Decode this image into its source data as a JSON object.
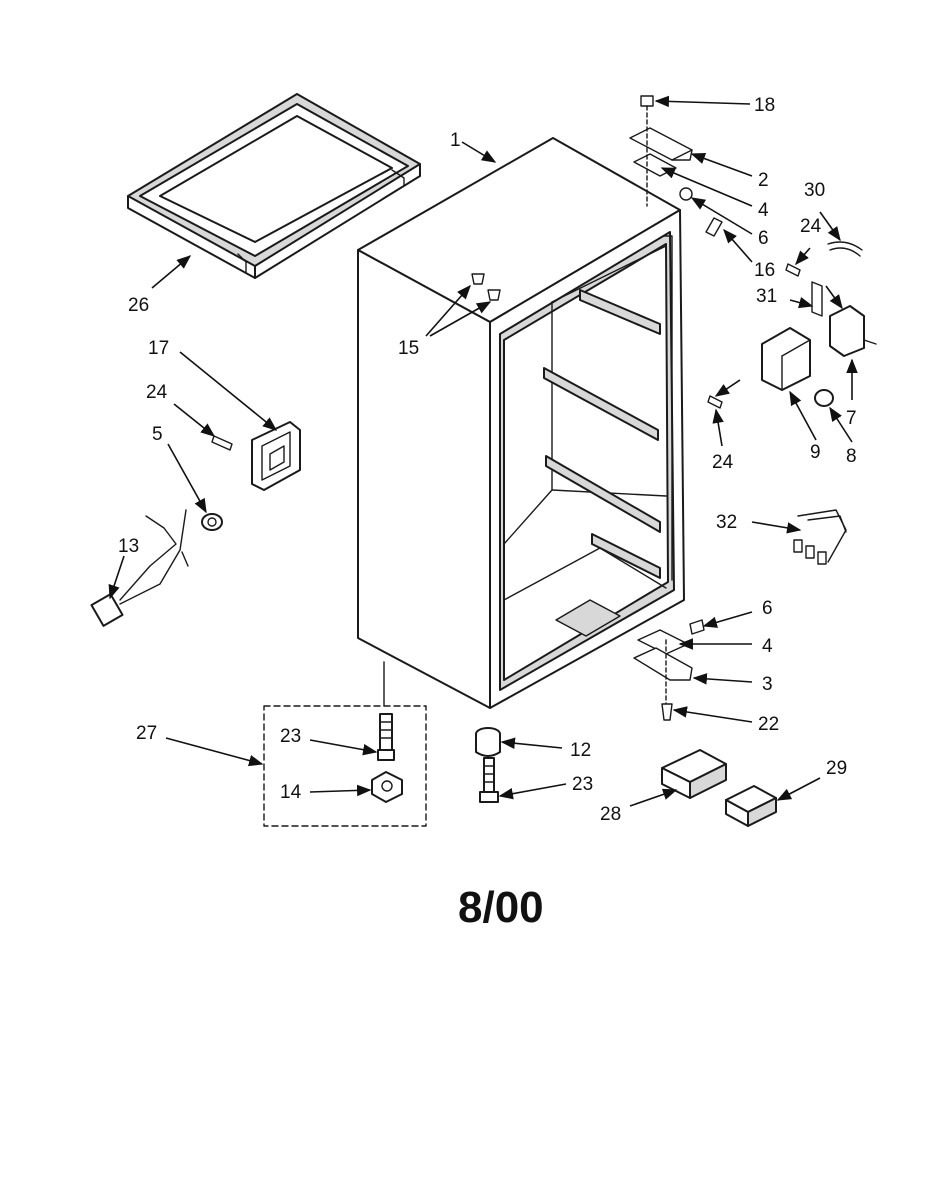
{
  "diagram": {
    "date_code": "8/00",
    "callouts": {
      "c1": "1",
      "c2": "2",
      "c3": "3",
      "c4a": "4",
      "c4b": "4",
      "c5": "5",
      "c6a": "6",
      "c6b": "6",
      "c7": "7",
      "c8": "8",
      "c9": "9",
      "c12": "12",
      "c13": "13",
      "c14": "14",
      "c15": "15",
      "c16": "16",
      "c17": "17",
      "c18": "18",
      "c22": "22",
      "c23a": "23",
      "c23b": "23",
      "c24a": "24",
      "c24b": "24",
      "c24c": "24",
      "c26": "26",
      "c27": "27",
      "c28": "28",
      "c29": "29",
      "c30": "30",
      "c31": "31",
      "c32": "32"
    }
  }
}
